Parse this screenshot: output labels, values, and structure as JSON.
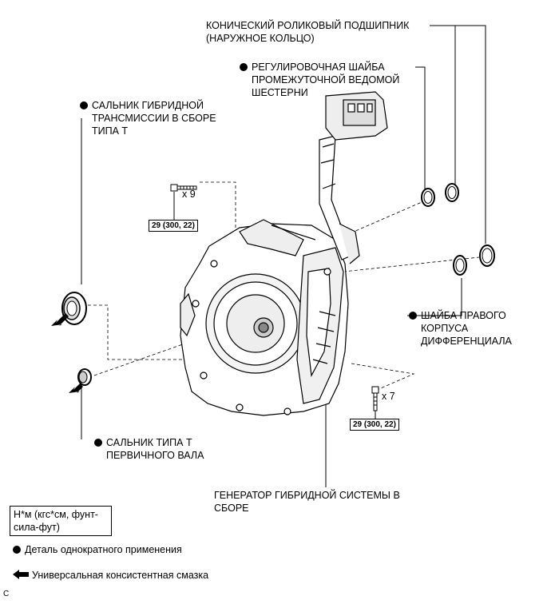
{
  "labels": {
    "bearing_line1": "КОНИЧЕСКИЙ РОЛИКОВЫЙ ПОДШИПНИК",
    "bearing_line2": "(НАРУЖНОЕ КОЛЬЦО)",
    "shim_line1": "РЕГУЛИРОВОЧНАЯ ШАЙБА",
    "shim_line2": "ПРОМЕЖУТОЧНОЙ ВЕДОМОЙ",
    "shim_line3": "ШЕСТЕРНИ",
    "seal_line1": "САЛЬНИК ГИБРИДНОЙ",
    "seal_line2": "ТРАНСМИССИИ В СБОРЕ",
    "seal_line3": "ТИПА Т",
    "washer_line1": "ШАЙБА ПРАВОГО",
    "washer_line2": "КОРПУСА",
    "washer_line3": "ДИФФЕРЕНЦИАЛА",
    "input_seal_line1": "САЛЬНИК ТИПА Т",
    "input_seal_line2": "ПЕРВИЧНОГО ВАЛА",
    "generator_line1": "ГЕНЕРАТОР ГИБРИДНОЙ СИСТЕМЫ В",
    "generator_line2": "СБОРЕ"
  },
  "bolts": [
    {
      "qty": "x 9",
      "torque": "29 (300, 22)"
    },
    {
      "qty": "x 7",
      "torque": "29 (300, 22)"
    }
  ],
  "legend": {
    "units_line1": "Н*м (кгс*см, фунт-",
    "units_line2": "сила-фут)",
    "non_reusable": "Деталь однократного применения",
    "grease": "Универсальная консистентная смазка"
  },
  "corner_code": "C"
}
